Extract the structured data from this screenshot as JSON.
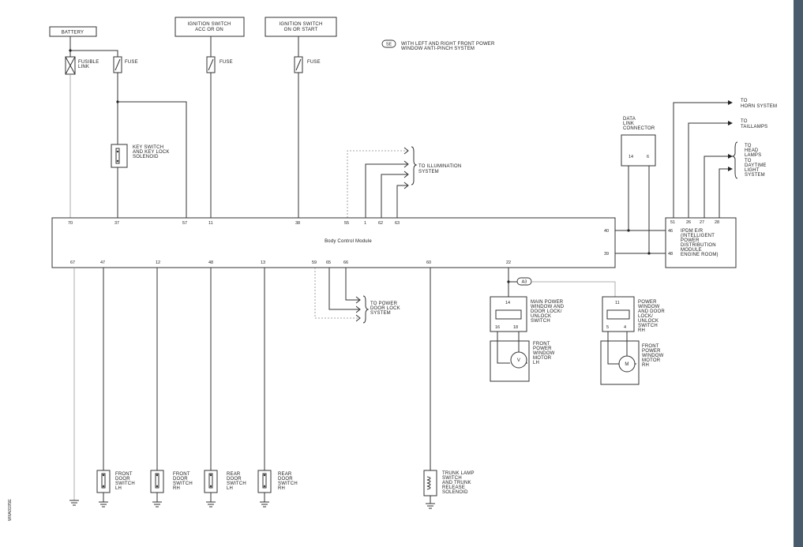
{
  "diagram": {
    "battery": "BATTERY",
    "ign_acc_on": [
      "IGNITION SWITCH",
      "ACC OR ON"
    ],
    "ign_on_start": [
      "IGNITION SWITCH",
      "ON OR START"
    ],
    "note_tag": "SE",
    "note": [
      "WITH LEFT AND RIGHT FRONT POWER",
      "WINDOW ANTI-PINCH SYSTEM"
    ],
    "fusible_link": [
      "FUSIBLE",
      "LINK"
    ],
    "fuse": "FUSE",
    "key_switch": [
      "KEY SWITCH",
      "AND KEY LOCK",
      "SOLENOID"
    ],
    "illumination": [
      "TO ILLUMINATION",
      "SYSTEM"
    ],
    "data_link": [
      "DATA",
      "LINK",
      "CONNECTOR"
    ],
    "to_horn": [
      "TO",
      "HORN SYSTEM"
    ],
    "to_taillamps": [
      "TO",
      "TAILLAMPS"
    ],
    "to_head": [
      "TO",
      "HEAD",
      "LAMPS"
    ],
    "to_daytime": [
      "TO",
      "DAYTIME",
      "LIGHT",
      "SYSTEM"
    ],
    "ipdm": [
      "IPDM E/R",
      "(INTELLIGENT",
      "POWER",
      "DISTRIBUTION",
      "MODULE",
      "ENGINE ROOM)"
    ],
    "bcm": "Body Control Module",
    "bcm_top_pins": [
      "70",
      "37",
      "57",
      "11",
      "38",
      "55",
      "1",
      "62",
      "63"
    ],
    "bcm_bottom_pins": [
      "67",
      "47",
      "12",
      "48",
      "13",
      "59",
      "65",
      "66",
      "60",
      "22"
    ],
    "bcm_right_pins": [
      "40",
      "39"
    ],
    "dlc_pins": [
      "14",
      "6"
    ],
    "ipdm_top_pins": [
      "51",
      "26",
      "27",
      "28"
    ],
    "ipdm_left_pins": [
      "46",
      "48"
    ],
    "door_lock": [
      "TO POWER",
      "DOOR LOCK",
      "SYSTEM"
    ],
    "a3": "A3",
    "main_pw_pins": [
      "14",
      "16",
      "18"
    ],
    "main_pw": [
      "MAIN POWER",
      "WINDOW AND",
      "DOOR LOCK/",
      "UNLOCK",
      "SWITCH"
    ],
    "pw_rh_pins": [
      "11",
      "5",
      "4"
    ],
    "pw_rh": [
      "POWER",
      "WINDOW",
      "AND DOOR",
      "LOCK/",
      "UNLOCK",
      "SWITCH",
      "RH"
    ],
    "motor_lh": [
      "FRONT",
      "POWER",
      "WINDOW",
      "MOTOR",
      "LH"
    ],
    "motor_rh": [
      "FRONT",
      "POWER",
      "WINDOW",
      "MOTOR",
      "RH"
    ],
    "motor_symbol_lh": "V",
    "motor_symbol_rh": "M",
    "fd_lh": [
      "FRONT",
      "DOOR",
      "SWITCH",
      "LH"
    ],
    "fd_rh": [
      "FRONT",
      "DOOR",
      "SWITCH",
      "RH"
    ],
    "rd_lh": [
      "REAR",
      "DOOR",
      "SWITCH",
      "LH"
    ],
    "rd_rh": [
      "REAR",
      "DOOR",
      "SWITCH",
      "RH"
    ],
    "trunk": [
      "TRUNK LAMP",
      "SWITCH",
      "AND TRUNK",
      "RELEASE",
      "SOLENOID"
    ],
    "diagram_id": "WIIA0195E"
  }
}
